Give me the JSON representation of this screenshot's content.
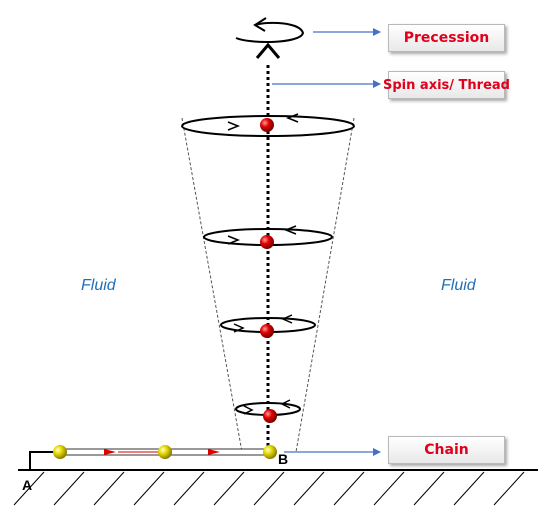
{
  "callouts": {
    "precession": "Precession",
    "spin_axis": "Spin axis/ Thread",
    "chain": "Chain"
  },
  "fluid_labels": {
    "left": "Fluid",
    "right": "Fluid"
  },
  "points": {
    "a": "A",
    "b": "B"
  },
  "colors": {
    "callout_text": "#e0001b",
    "fluid_text": "#1f6fb8",
    "arrow": "#4472c4",
    "vortex_particle": "#e00000",
    "chain_bead": "#e6d800"
  }
}
